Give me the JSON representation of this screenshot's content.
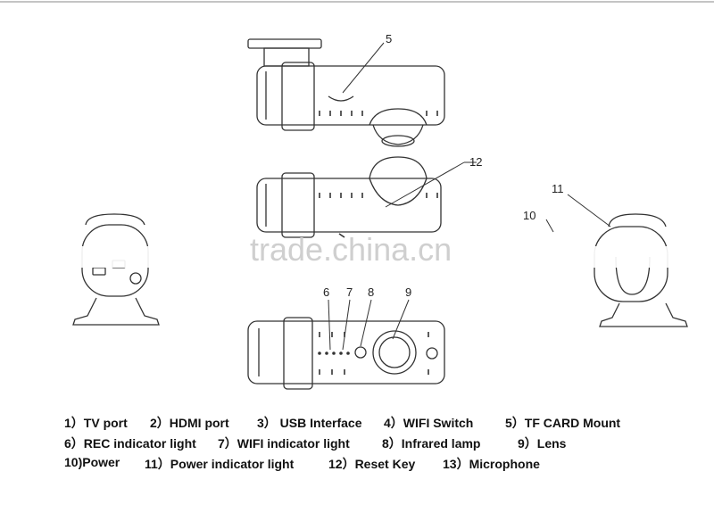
{
  "labels": {
    "n5": "5",
    "n6": "6",
    "n7": "7",
    "n8": "8",
    "n9": "9",
    "n10": "10",
    "n11": "11",
    "n12": "12"
  },
  "watermark": "trade.china.cn",
  "legend": {
    "row1": [
      "1）TV port",
      "2）HDMI port",
      "3） USB Interface",
      "4）WIFI Switch",
      "5）TF CARD Mount"
    ],
    "row2": [
      "6）REC indicator light",
      "7）WIFI indicator light",
      "8）Infrared lamp",
      "9）Lens"
    ],
    "row3": [
      "10)Power",
      "11）Power indicator light",
      "12）Reset Key",
      "13）Microphone"
    ]
  }
}
